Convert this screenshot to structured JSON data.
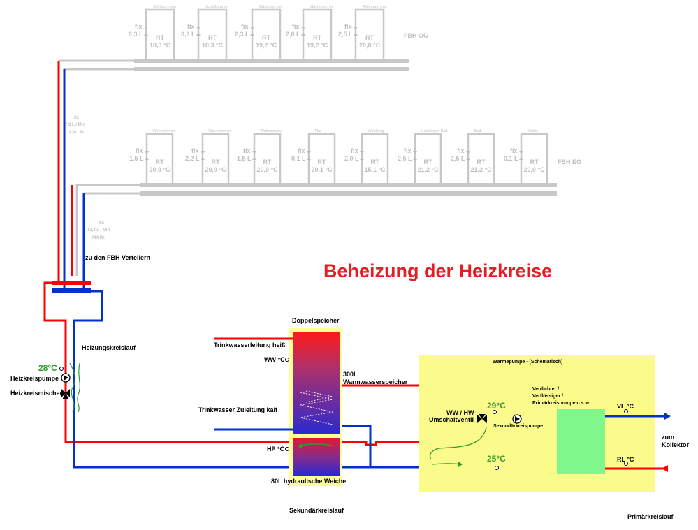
{
  "title": "Beheizung der Heizkreise",
  "og": {
    "label": "FBH OG",
    "rooms": [
      {
        "name": "Schlafzimmer",
        "fix": "fix",
        "flow": "0,3 L",
        "rt": "RT",
        "temp": "18,3 °C"
      },
      {
        "name": "Schlafzimmer",
        "fix": "fix",
        "flow": "0,2 L",
        "rt": "RT",
        "temp": "18,3 °C"
      },
      {
        "name": "Gästezimmer",
        "fix": "fix",
        "flow": "2,3 L",
        "rt": "RT",
        "temp": "19,2 °C"
      },
      {
        "name": "Gästezimmer",
        "fix": "fix",
        "flow": "2,0 L",
        "rt": "RT",
        "temp": "19,2 °C"
      },
      {
        "name": "Arbeitszimmer",
        "fix": "fix",
        "flow": "2,5 L",
        "rt": "RT",
        "temp": "20,8 °C"
      }
    ],
    "supply": {
      "fix": "fix",
      "lmin": "7,3 L / Min",
      "lh": "438 L/h"
    }
  },
  "eg": {
    "label": "FBH EG",
    "rooms": [
      {
        "name": "Wohnzimmer",
        "fix": "fix",
        "flow": "1,5 L",
        "rt": "RT",
        "temp": "20,9 °C"
      },
      {
        "name": "Wohnzimmer",
        "fix": "fix",
        "flow": "2,2 L",
        "rt": "RT",
        "temp": "20,9 °C"
      },
      {
        "name": "Wohnzimmer",
        "fix": "fix",
        "flow": "1,5 L",
        "rt": "RT",
        "temp": "20,9 °C"
      },
      {
        "name": "Flur",
        "fix": "fix",
        "flow": "0,1 L",
        "rt": "RT",
        "temp": "20,1 °C"
      },
      {
        "name": "Windfang",
        "fix": "fix",
        "flow": "2,0 L",
        "rt": "RT",
        "temp": "15,1 °C"
      },
      {
        "name": "Heizkörper Bad",
        "fix": "fix",
        "flow": "2,5 L",
        "rt": "RT",
        "temp": "21,2 °C"
      },
      {
        "name": "Bad",
        "fix": "fix",
        "flow": "2,5 L",
        "rt": "RT",
        "temp": "21,2 °C"
      },
      {
        "name": "Küche",
        "fix": "fix",
        "flow": "0,1 L",
        "rt": "RT",
        "temp": "20,0 °C"
      }
    ],
    "supply": {
      "fix": "fix",
      "lmin": "12,4 L / Min",
      "lh": "744 l/h"
    }
  },
  "labels": {
    "fbh_distributor": "zu den FBH Verteilern",
    "heating_circuit": "Heizungskreislauf",
    "pump_temp": "28°C",
    "pump": "Heizkreispumpe",
    "mixer": "Heizkreismischer",
    "storage_title": "Doppelspeicher",
    "hot_water_line": "Trinkwasserleitung heiß",
    "ww_sensor": "WW °C",
    "tank_volume": "300L",
    "tank_name": "Warmwasserspeicher",
    "cold_water_line": "Trinkwasser Zuleitung kalt",
    "hp_sensor": "HP °C",
    "weiche": "80L hydraulische Weiche",
    "secondary_circuit": "Sekundärkreislauf",
    "primary_circuit": "Primärkreislauf",
    "heatpump_title": "Wärmepumpe - (Schematisch)",
    "valve_line1": "WW / HW",
    "valve_line2": "Umschaltventil",
    "valve_temp": "29°C",
    "secondary_pump": "Sekundärkreispumpe",
    "compressor_line1": "Verdichter /",
    "compressor_line2": "Verflüssiger /",
    "compressor_line3": "Primärkreispumpe u.s.w.",
    "vl_sensor": "VL °C",
    "rl_sensor": "RL °C",
    "return_temp": "25°C",
    "collector_line1": "zum",
    "collector_line2": "Kollektor"
  },
  "colors": {
    "supply": "#ff0000",
    "return": "#0033cc",
    "inactive": "#c8c8c8",
    "heatpump_bg": "#fbfb8c",
    "compressor": "#7ff78a",
    "annotation": "#2e9d2e"
  }
}
